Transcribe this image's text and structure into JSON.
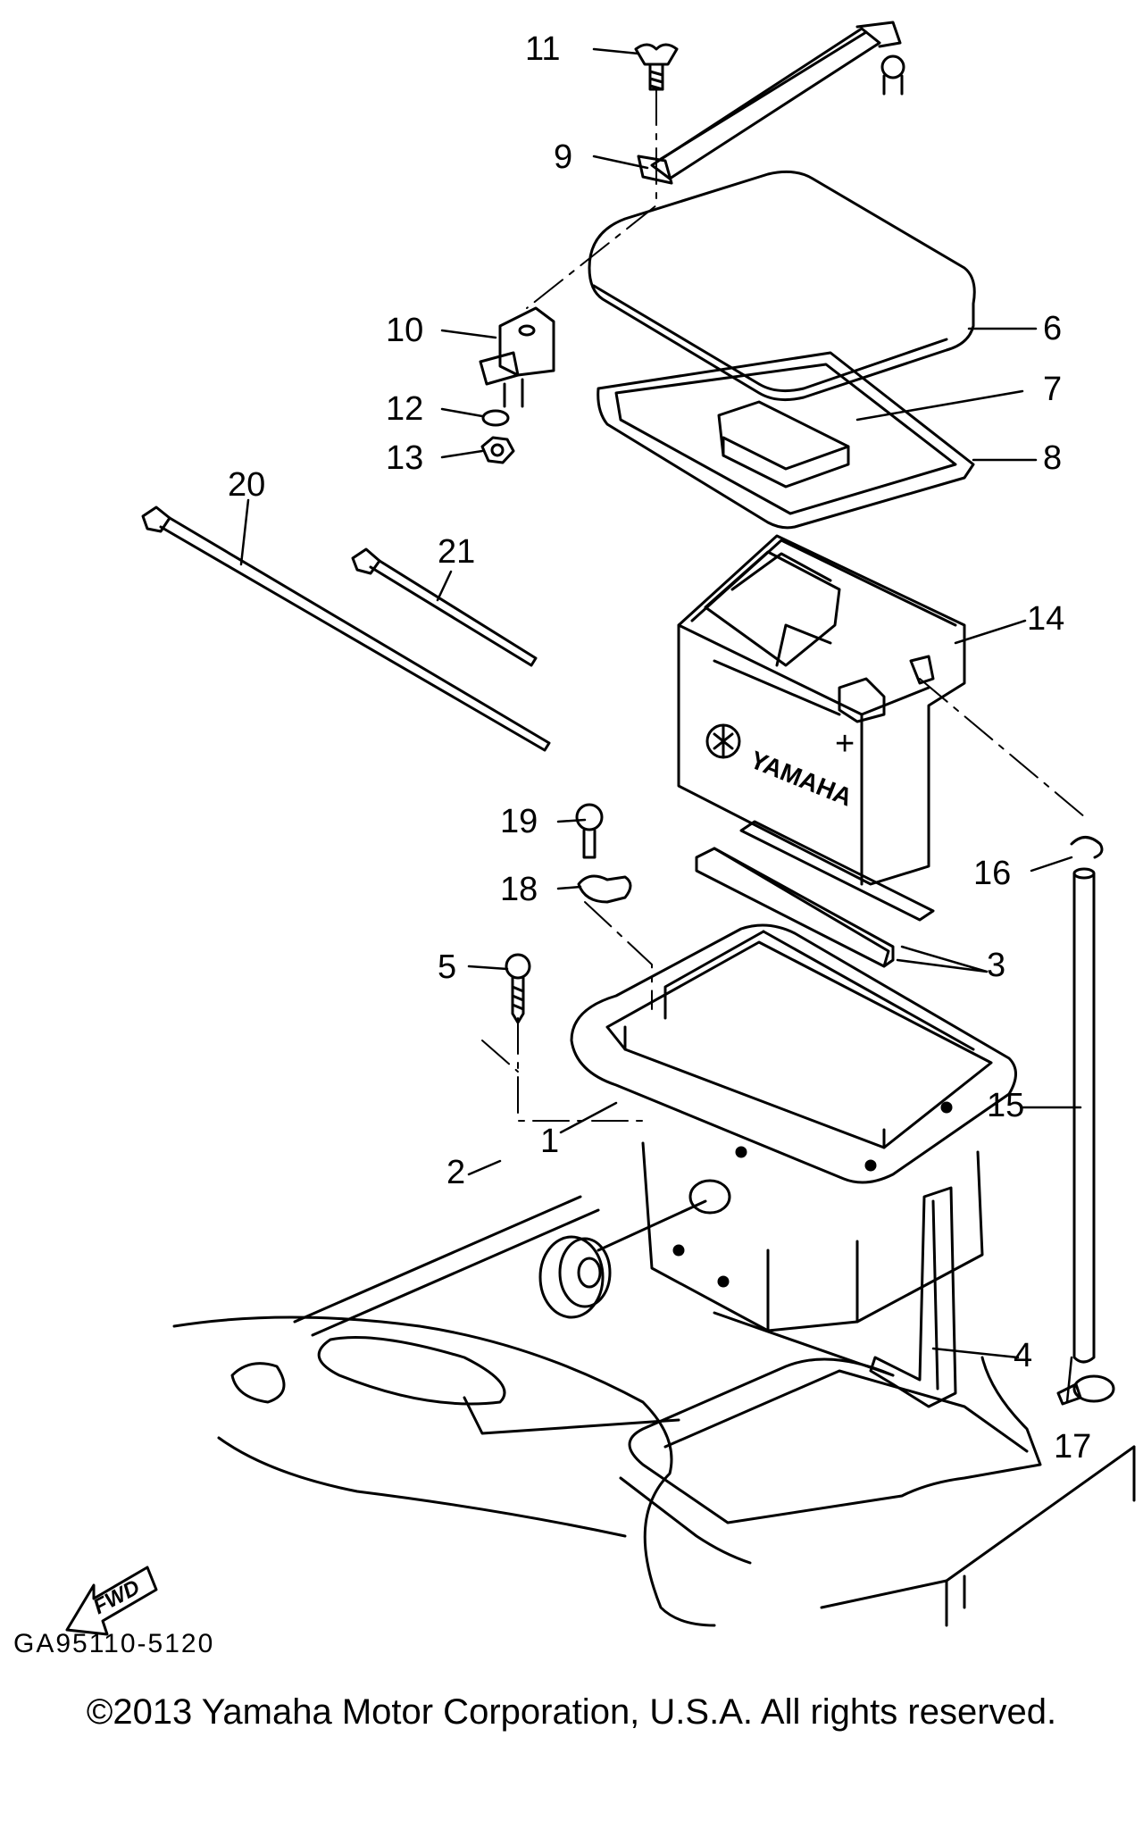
{
  "diagram": {
    "part_labels": [
      "1",
      "2",
      "3",
      "4",
      "5",
      "6",
      "7",
      "8",
      "9",
      "10",
      "11",
      "12",
      "13",
      "14",
      "15",
      "16",
      "17",
      "18",
      "19",
      "20",
      "21"
    ],
    "battery_brand": "YAMAHA",
    "battery_plus": "+",
    "fwd_label": "FWD",
    "drawing_code": "GA95110-5120"
  },
  "footer": {
    "copyright": "©2013 Yamaha Motor Corporation, U.S.A. All rights reserved."
  }
}
